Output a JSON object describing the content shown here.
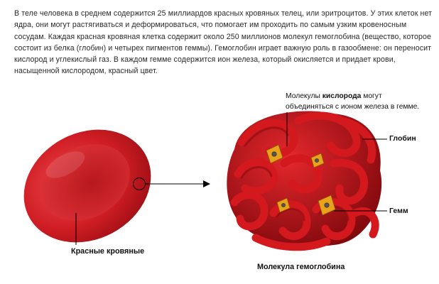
{
  "intro_text": "В теле человека в среднем содержится 25 миллиардов красных кровяных телец, или эритроцитов. У этих клеток нет ядра, они могут растягиваться и деформироваться, что помогает им проходить по самым узким кровеносным сосудам. Каждая красная кровяная клетка содержит около 250 миллионов молекул гемоглобина (вещество, которое состоит из белка (глобин) и четырех пигментов геммы). Гемоглобин играет важную роль в газообмене: он переносит кислород и углекислый газ. В каждом гемме содержится ион железа, который окисляется и придает крови, насыщенной кислородом, красный цвет.",
  "oxygen_note": {
    "prefix": "Молекулы ",
    "bold": "кислорода",
    "suffix": " могут",
    "line2": "объединяться с ионом железа в гемме."
  },
  "labels": {
    "globin": "Глобин",
    "heme": "Гемм",
    "red_cell_caption": "Красные кровяные",
    "hemoglobin_caption": "Молекула гемоглобина"
  },
  "colors": {
    "cell_dark": "#b3141b",
    "cell_light": "#e0353a",
    "protein": "#d11a1f",
    "protein_dark": "#8e0b10",
    "heme_gold": "#e8a21c",
    "leader_line": "#000000"
  }
}
